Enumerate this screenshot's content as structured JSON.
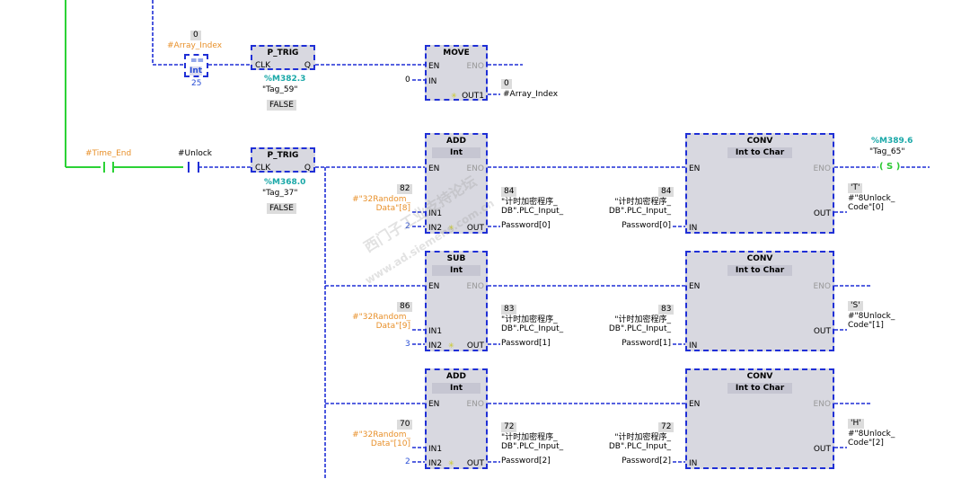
{
  "colors": {
    "wire_blue": "#1f2fd6",
    "power_green": "#2bd236",
    "block_fill": "#d8d8e0",
    "operand_orange": "#e8902a",
    "address_teal": "#1aa8a8"
  },
  "net1": {
    "compare": {
      "value": "0",
      "operand": "#Array_Index",
      "op": "==",
      "type": "Int",
      "constant": "25"
    },
    "ptrig": {
      "title": "P_TRIG",
      "pin_clk": "CLK",
      "pin_q": "Q",
      "address": "%M382.3",
      "tag": "\"Tag_59\"",
      "state": "FALSE"
    },
    "move": {
      "title": "MOVE",
      "pin_en": "EN",
      "pin_eno": "ENO",
      "pin_in": "IN",
      "pin_out": "OUT1",
      "in_value": "0",
      "out_value": "0",
      "out_operand": "#Array_Index"
    }
  },
  "net2": {
    "contact1": {
      "operand": "#Time_End"
    },
    "contact2": {
      "operand": "#Unlock"
    },
    "ptrig": {
      "title": "P_TRIG",
      "pin_clk": "CLK",
      "pin_q": "Q",
      "address": "%M368.0",
      "tag": "\"Tag_37\"",
      "state": "FALSE"
    },
    "coil": {
      "address": "%M389.6",
      "tag": "\"Tag_65\"",
      "symbol": "( S )"
    },
    "rows": [
      {
        "math_title": "ADD",
        "math_type": "Int",
        "pin_en": "EN",
        "pin_eno": "ENO",
        "pin_in1": "IN1",
        "pin_in2": "IN2",
        "pin_out": "OUT",
        "in1_value": "82",
        "in1_l1": "#\"32Random_",
        "in1_l2": "Data\"[8]",
        "in2_const": "2",
        "out_value": "84",
        "out_l1": "\"计时加密程序_",
        "out_l2": "DB\".PLC_Input_",
        "out_l3": "Password[0]",
        "conv_title": "CONV",
        "conv_sub": "Int to Char",
        "conv_en": "EN",
        "conv_eno": "ENO",
        "conv_in": "IN",
        "conv_out": "OUT",
        "conv_in_value": "84",
        "conv_in_l1": "\"计时加密程序_",
        "conv_in_l2": "DB\".PLC_Input_",
        "conv_in_l3": "Password[0]",
        "conv_out_value": "'T'",
        "conv_out_l1": "#\"8Unlock_",
        "conv_out_l2": "Code\"[0]"
      },
      {
        "math_title": "SUB",
        "math_type": "Int",
        "pin_en": "EN",
        "pin_eno": "ENO",
        "pin_in1": "IN1",
        "pin_in2": "IN2",
        "pin_out": "OUT",
        "in1_value": "86",
        "in1_l1": "#\"32Random_",
        "in1_l2": "Data\"[9]",
        "in2_const": "3",
        "out_value": "83",
        "out_l1": "\"计时加密程序_",
        "out_l2": "DB\".PLC_Input_",
        "out_l3": "Password[1]",
        "conv_title": "CONV",
        "conv_sub": "Int to Char",
        "conv_en": "EN",
        "conv_eno": "ENO",
        "conv_in": "IN",
        "conv_out": "OUT",
        "conv_in_value": "83",
        "conv_in_l1": "\"计时加密程序_",
        "conv_in_l2": "DB\".PLC_Input_",
        "conv_in_l3": "Password[1]",
        "conv_out_value": "'S'",
        "conv_out_l1": "#\"8Unlock_",
        "conv_out_l2": "Code\"[1]"
      },
      {
        "math_title": "ADD",
        "math_type": "Int",
        "pin_en": "EN",
        "pin_eno": "ENO",
        "pin_in1": "IN1",
        "pin_in2": "IN2",
        "pin_out": "OUT",
        "in1_value": "70",
        "in1_l1": "#\"32Random_",
        "in1_l2": "Data\"[10]",
        "in2_const": "2",
        "out_value": "72",
        "out_l1": "\"计时加密程序_",
        "out_l2": "DB\".PLC_Input_",
        "out_l3": "Password[2]",
        "conv_title": "CONV",
        "conv_sub": "Int to Char",
        "conv_en": "EN",
        "conv_eno": "ENO",
        "conv_in": "IN",
        "conv_out": "OUT",
        "conv_in_value": "72",
        "conv_in_l1": "\"计时加密程序_",
        "conv_in_l2": "DB\".PLC_Input_",
        "conv_in_l3": "Password[2]",
        "conv_out_value": "'H'",
        "conv_out_l1": "#\"8Unlock_",
        "conv_out_l2": "Code\"[2]"
      }
    ]
  },
  "watermark": {
    "text1": "西门子工业支持论坛",
    "text2": "www.ad.siemens.com.cn"
  }
}
